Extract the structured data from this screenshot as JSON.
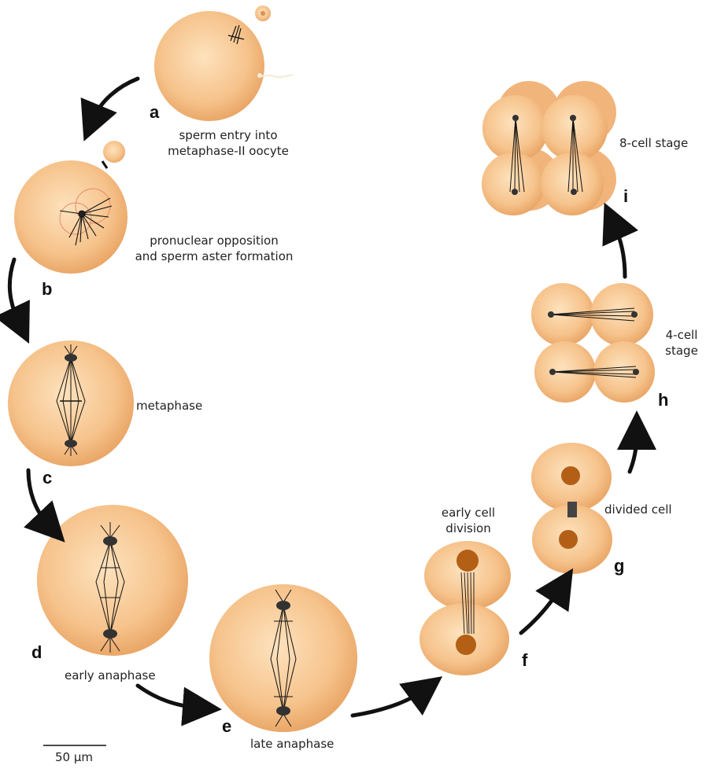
{
  "stages": [
    {
      "letter": "a",
      "caption_lines": [
        "sperm entry into",
        "metaphase-II oocyte"
      ]
    },
    {
      "letter": "b",
      "caption_lines": [
        "pronuclear opposition",
        "and sperm aster formation"
      ]
    },
    {
      "letter": "c",
      "caption_lines": [
        "metaphase"
      ]
    },
    {
      "letter": "d",
      "caption_lines": [
        "early anaphase"
      ]
    },
    {
      "letter": "e",
      "caption_lines": [
        "late anaphase"
      ]
    },
    {
      "letter": "f",
      "caption_lines": [
        "early cell",
        "division"
      ]
    },
    {
      "letter": "g",
      "caption_lines": [
        "divided cell"
      ]
    },
    {
      "letter": "h",
      "caption_lines": [
        "4-cell",
        "stage"
      ]
    },
    {
      "letter": "i",
      "caption_lines": [
        "8-cell stage"
      ]
    }
  ],
  "scale_bar": {
    "label": "50 μm"
  },
  "colors": {
    "cell_light": "#fbd9ad",
    "cell_dark": "#e9a25e",
    "nucleus": "#b45f16",
    "ink": "#111111"
  }
}
